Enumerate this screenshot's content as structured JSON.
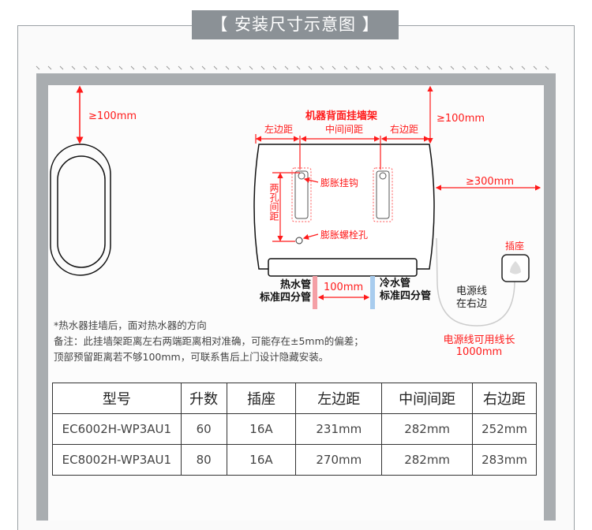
{
  "title": "【 安装尺寸示意图 】",
  "diagram": {
    "top_clearance_left": "≥100mm",
    "top_clearance_right": "≥100mm",
    "right_clearance": "≥300mm",
    "bracket_title": "机器背面挂墙架",
    "left_margin": "左边距",
    "middle_spacing": "中间间距",
    "right_margin": "右边距",
    "hole_spacing": "两孔间距",
    "expansion_hook": "膨胀挂钩",
    "expansion_bolt_hole": "膨胀螺栓孔",
    "hot_pipe": [
      "热水管",
      "标准四分管"
    ],
    "cold_pipe": [
      "冷水管",
      "标准四分管"
    ],
    "pipe_spacing": "100mm",
    "socket": "插座",
    "power_cord_side": [
      "电源线",
      "在右边"
    ],
    "power_cord_length": [
      "电源线可用线长",
      "1000mm"
    ],
    "colors": {
      "accent": "#ff1a1a",
      "hot": "#f4a0a6",
      "cold": "#a8ccee",
      "wall": "#a9adb0"
    }
  },
  "notes": [
    "*热水器挂墙后，面对热水器的方向",
    "备注：此挂墙架距离左右两端距离相对准确，可能存在±5mm的偏差；",
    "顶部预留距离若不够100mm，可联系售后上门设计隐藏安装。"
  ],
  "table": {
    "headers": [
      "型号",
      "升数",
      "插座",
      "左边距",
      "中间间距",
      "右边距"
    ],
    "rows": [
      [
        "EC6002H-WP3AU1",
        "60",
        "16A",
        "231mm",
        "282mm",
        "252mm"
      ],
      [
        "EC8002H-WP3AU1",
        "80",
        "16A",
        "270mm",
        "282mm",
        "283mm"
      ]
    ]
  }
}
